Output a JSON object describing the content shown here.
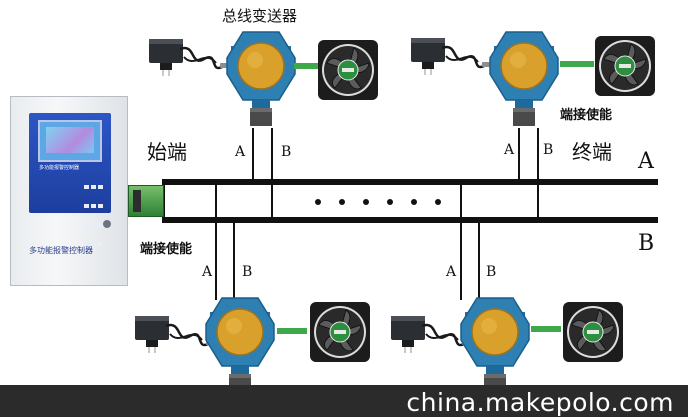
{
  "title": "总线变送器",
  "start_label": "始端",
  "end_label": "终端",
  "enable_label_top": "端接使能",
  "enable_label_bottom": "端接使能",
  "bus_labels": {
    "a": "A",
    "b": "B"
  },
  "wire_labels": {
    "a": "A",
    "b": "B"
  },
  "controller": {
    "front_label": "多功能报警控制器",
    "bottom_label": "多功能报警控制器"
  },
  "watermark": "china.makepolo.com",
  "colors": {
    "bus_line": "#111111",
    "transmitter_body": "#2e7fb2",
    "transmitter_window": "#d9a12c",
    "controller_panel": "#2347b3",
    "connector": "#4a9d45",
    "fan_frame": "#1c1c1c",
    "fan_label": "#2c8f3f",
    "link_green": "#3ea84a",
    "watermark_bar": "#2b2b2b"
  },
  "icons": [
    "power-adapter-icon",
    "gas-transmitter-icon",
    "cooling-fan-icon",
    "alarm-controller-icon"
  ]
}
